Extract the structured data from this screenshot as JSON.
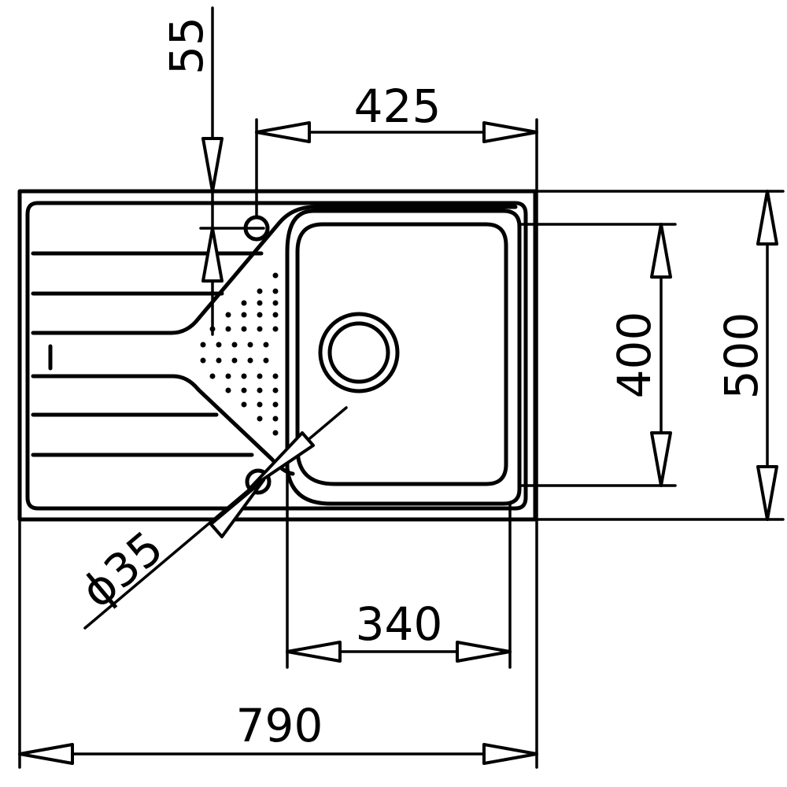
{
  "dimensions": {
    "overall_width": "790",
    "overall_depth": "500",
    "bowl_width": "340",
    "bowl_depth": "400",
    "tap_hole_offset": "425",
    "edge_offset": "55",
    "hole_diameter": "ϕ35"
  }
}
